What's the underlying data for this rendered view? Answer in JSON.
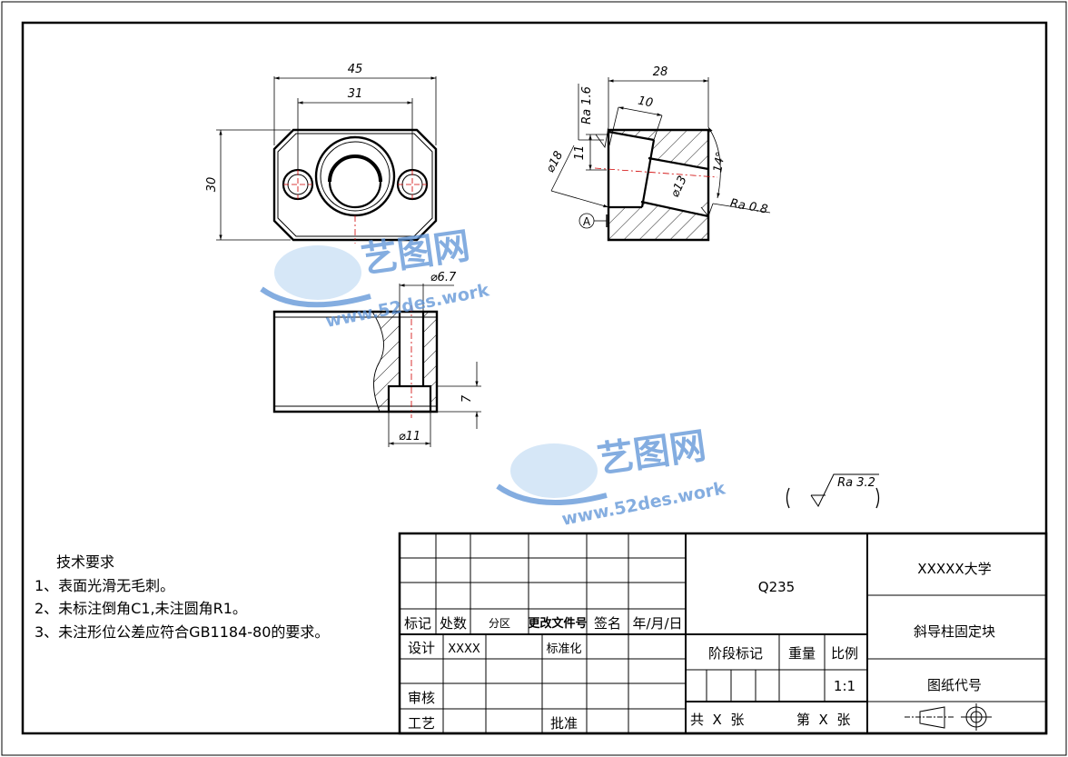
{
  "drawing": {
    "dims": {
      "width_45": "45",
      "width_31": "31",
      "height_30": "30",
      "side_28": "28",
      "side_10": "10",
      "side_11": "11",
      "dia_18": "⌀18",
      "dia_13": "⌀13",
      "angle_14": "14°",
      "ra_16": "Ra 1.6",
      "ra_08": "Ra 0.8",
      "datum_a": "A",
      "dia_67": "⌀6.7",
      "depth_7": "7",
      "dia_11": "⌀11",
      "ra_32": "Ra 3.2"
    },
    "tech_req": {
      "title": "技术要求",
      "items": [
        "1、表面光滑无毛刺。",
        "2、未标注倒角C1,未注圆角R1。",
        "3、未注形位公差应符合GB1184-80的要求。"
      ]
    }
  },
  "watermark": {
    "brand": "艺图网",
    "url": "www.52des.work"
  },
  "title_block": {
    "material": "Q235",
    "school": "XXXXX大学",
    "part_name": "斜导柱固定块",
    "drawing_code": "图纸代号",
    "rev_headers": [
      "标记",
      "处数",
      "分区",
      "更改文件号",
      "签名",
      "年/月/日"
    ],
    "design_label": "设计",
    "designer": "XXXX",
    "standardize_label": "标准化",
    "review_label": "审核",
    "process_label": "工艺",
    "approve_label": "批准",
    "stage_label": "阶段标记",
    "weight_label": "重量",
    "scale_label": "比例",
    "scale_value": "1:1",
    "sheet_total": "共  X  张",
    "sheet_no": "第  X  张"
  }
}
